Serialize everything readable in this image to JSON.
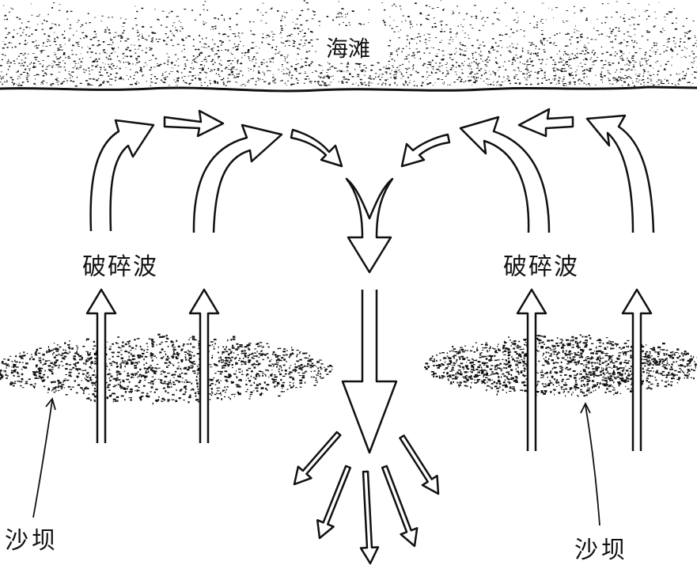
{
  "labels": {
    "beach": "海滩",
    "breaking_waves_left": "破碎波",
    "breaking_waves_right": "破碎波",
    "sandbar_left": "沙坝",
    "sandbar_right": "沙坝"
  },
  "colors": {
    "ink": "#111111",
    "background": "#ffffff"
  }
}
